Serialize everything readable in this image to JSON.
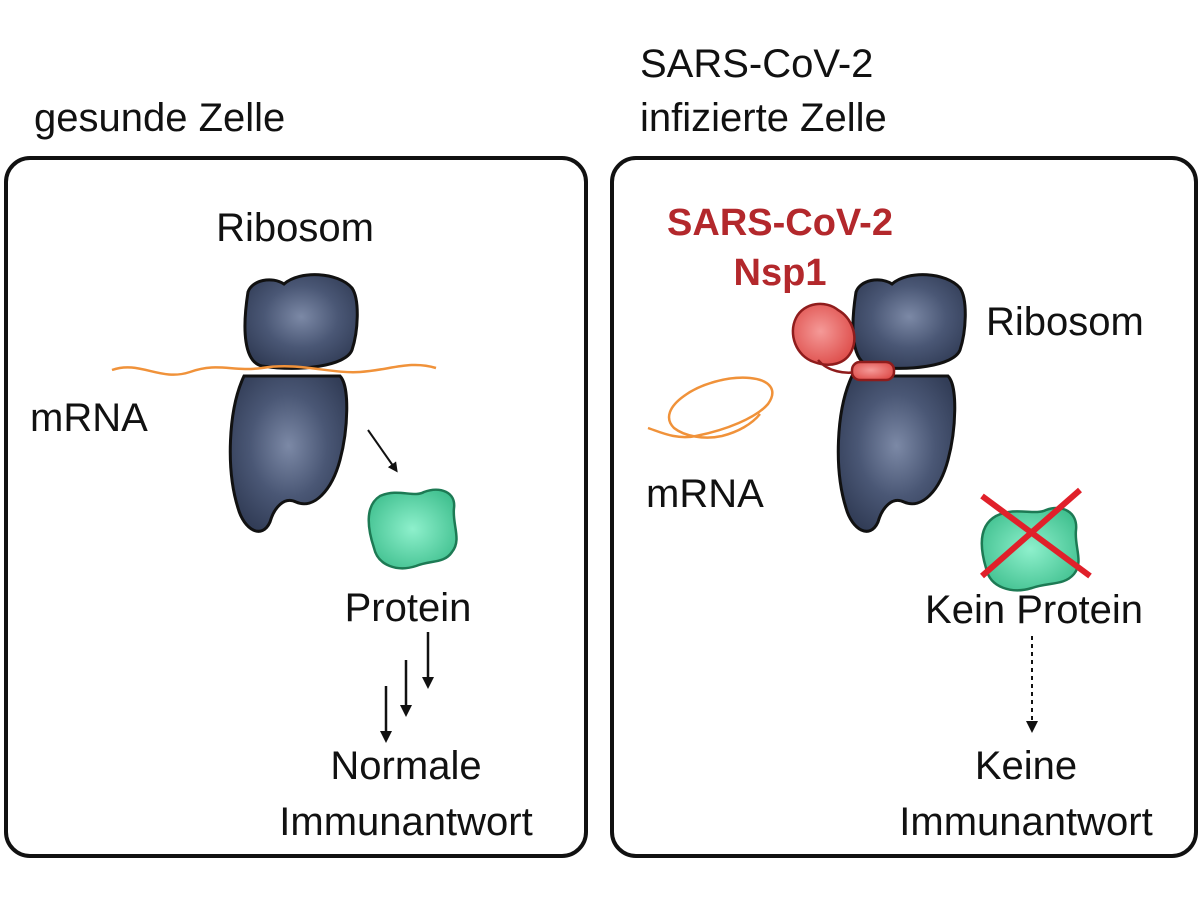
{
  "healthy": {
    "title": "gesunde Zelle",
    "ribosome_label": "Ribosom",
    "mrna_label": "mRNA",
    "protein_label": "Protein",
    "outcome_line1": "Normale",
    "outcome_line2": "Immunantwort"
  },
  "infected": {
    "title_line1": "SARS-CoV-2",
    "title_line2": "infizierte Zelle",
    "nsp1_line1": "SARS-CoV-2",
    "nsp1_line2": "Nsp1",
    "ribosome_label": "Ribosom",
    "mrna_label": "mRNA",
    "no_protein_label": "Kein Protein",
    "outcome_line1": "Keine",
    "outcome_line2": "Immunantwort"
  },
  "colors": {
    "ribosome": "#3d4a66",
    "mrna": "#f0923a",
    "protein": "#5fd4a8",
    "nsp1": "#e8625f",
    "cross": "#e0202a",
    "nsp1_text": "#b3282c"
  }
}
